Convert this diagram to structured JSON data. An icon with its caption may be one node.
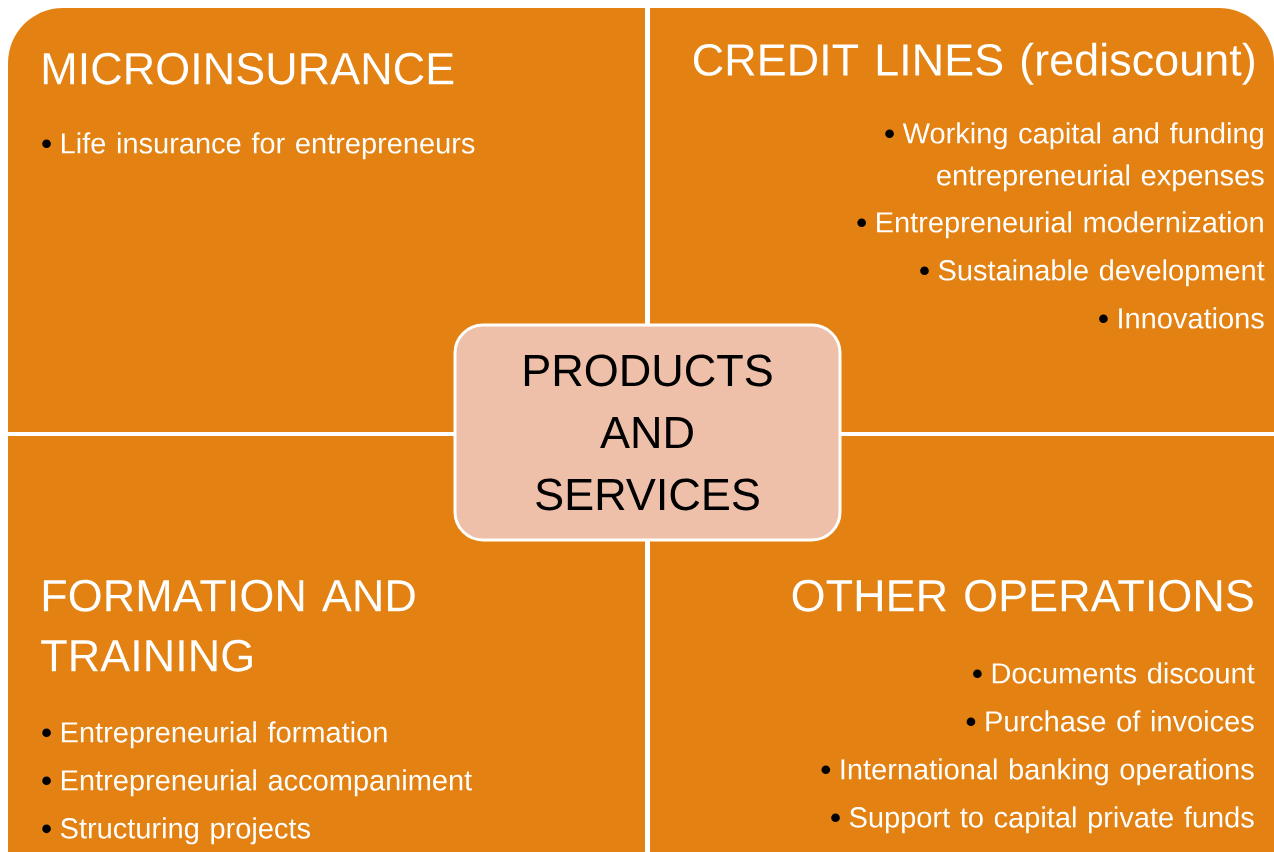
{
  "diagram": {
    "nodes": [
      {
        "text": [
          "MICROINSURANCE",
          "Life insurance for entrepreneurs"
        ]
      },
      {
        "text": [
          "CREDIT LINES (rediscount)",
          "Working capital and funding entrepreneurial expenses",
          "Entrepreneurial modernization",
          "Sustainable development",
          "Innovations"
        ]
      },
      {
        "text": [
          "PRODUCTS AND SERVICES"
        ]
      },
      {
        "text": [
          "FORMATION AND TRAINING",
          "Entrepreneurial formation",
          "Entrepreneurial accompaniment",
          "Structuring projects"
        ]
      },
      {
        "text": [
          "OTHER OPERATIONS",
          "Documents discount",
          "Purchase of invoices",
          "International banking operations",
          "Support to capital private funds"
        ]
      }
    ]
  }
}
